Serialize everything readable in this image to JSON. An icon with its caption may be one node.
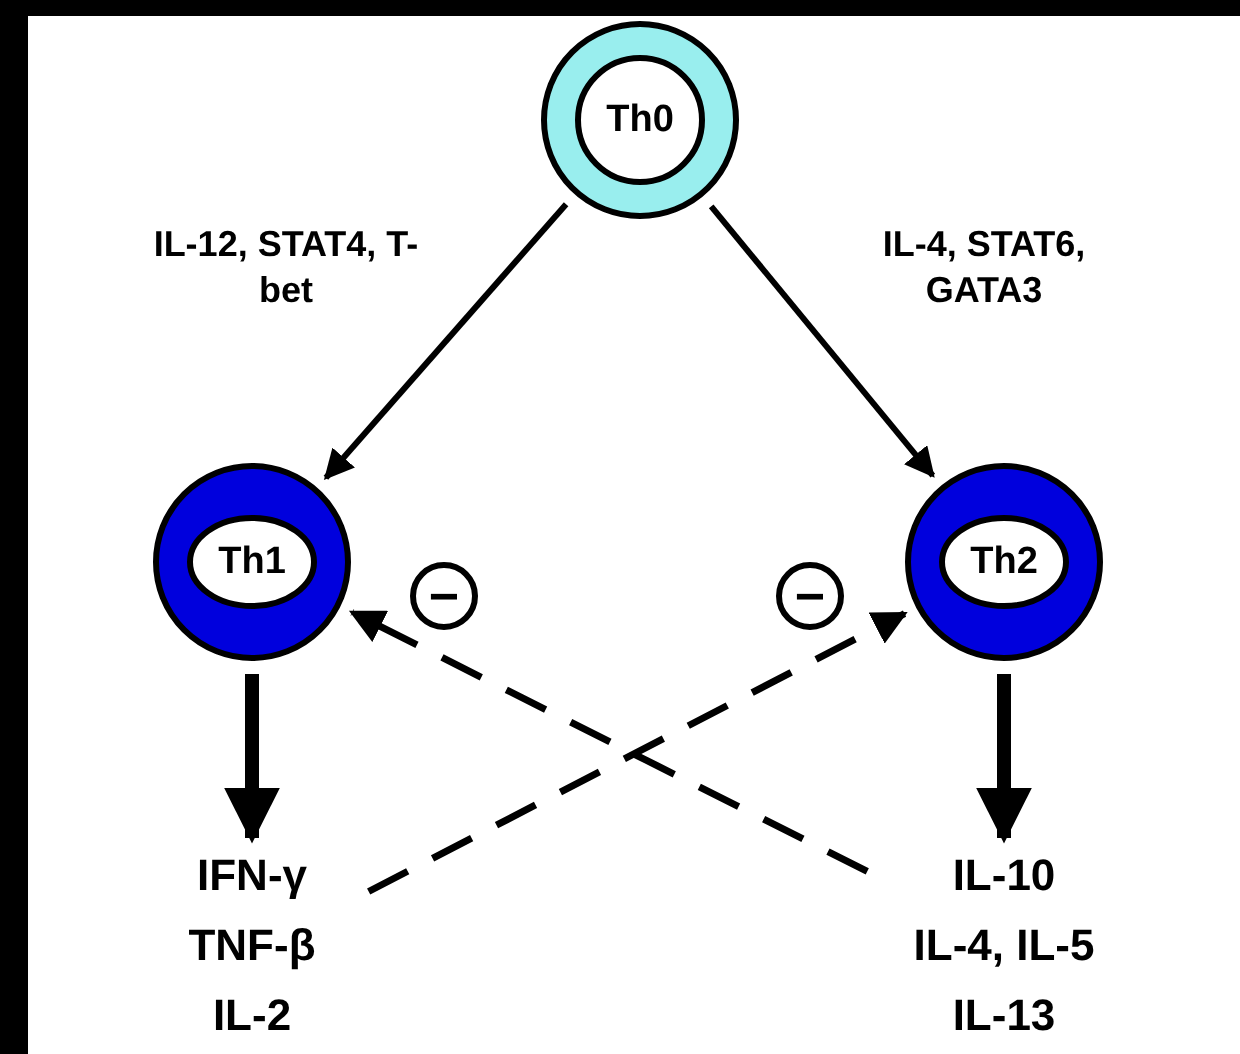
{
  "diagram": {
    "nodes": [
      {
        "text": [
          "Th0"
        ]
      },
      {
        "text": [
          "Th1"
        ]
      },
      {
        "text": [
          "Th2"
        ]
      },
      {
        "text": [
          "IFN-γ",
          "TNF-β",
          "IL-2"
        ]
      },
      {
        "text": [
          "IL-10",
          "IL-4, IL-5",
          "IL-13"
        ]
      }
    ],
    "edges": [
      {
        "from": 0,
        "to": 1,
        "arrow": "to",
        "label": "IL-12, STAT4, T-bet"
      },
      {
        "from": 0,
        "to": 2,
        "arrow": "to",
        "label": "IL-4, STAT6, GATA3"
      },
      {
        "from": 1,
        "to": 3,
        "arrow": "to",
        "style": "thick"
      },
      {
        "from": 2,
        "to": 4,
        "arrow": "to",
        "style": "thick"
      },
      {
        "from": 3,
        "to": 2,
        "arrow": "to",
        "style": "dashed"
      },
      {
        "from": 4,
        "to": 1,
        "arrow": "to",
        "style": "dashed"
      }
    ],
    "labels": [
      "−",
      "−"
    ]
  }
}
